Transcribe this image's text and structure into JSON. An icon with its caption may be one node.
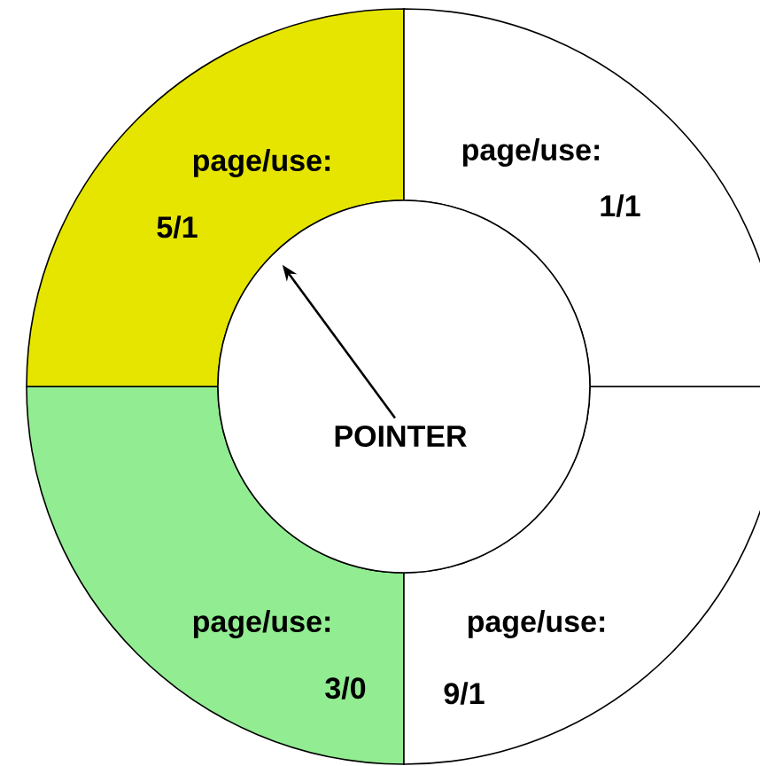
{
  "diagram": {
    "nodes": [
      {
        "text": [
          "page/use:",
          "5/1"
        ]
      },
      {
        "text": [
          "page/use:",
          "1/1"
        ]
      },
      {
        "text": [
          "page/use:",
          "3/0"
        ]
      },
      {
        "text": [
          "page/use:",
          "9/1"
        ]
      },
      {
        "text": [
          "POINTER"
        ]
      }
    ],
    "edges": [
      {
        "from": 4,
        "to": 0,
        "arrow": "to"
      }
    ]
  }
}
